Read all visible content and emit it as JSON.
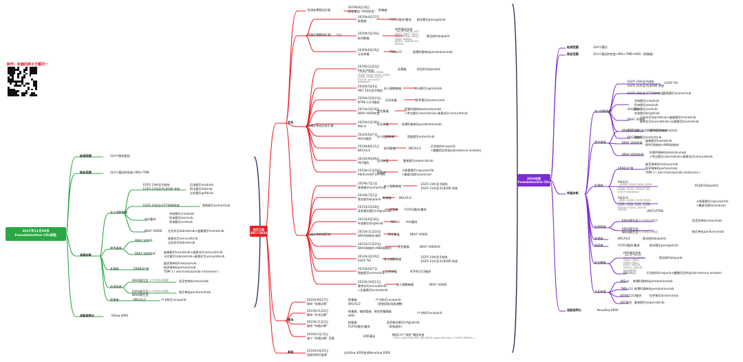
{
  "header": {
    "title": "制作：有趣的胖子方董同一"
  },
  "colors": {
    "green": "#2aa745",
    "red": "#e8202a",
    "purple": "#7d2ccf",
    "dark": "#333333"
  },
  "left": {
    "root": [
      "2017年11月30日",
      "FoundationOne CDx获批"
    ],
    "scope": "检测范围",
    "scope_val": "324个癌症基因",
    "report": "报告范围",
    "report_val": "324个基因的突变+MSI+TMB",
    "cdx": "伴随诊断",
    "nsclc": "非小细胞肺癌",
    "egfr1": "EGFR 19外显子缺失",
    "egfr2": "EGFR 21外显子L858R 突变",
    "egfr_drugs": [
      "厄洛替尼erlotinib",
      "阿法替尼afatinib",
      "吉非替尼gefitinib"
    ],
    "egfr3": "EGFR 20外显子T790M突变",
    "egfr3_drug": "奥希替尼osimertinib",
    "alk": "ALK重排",
    "alk_drugs": [
      "克唑替尼crizotinib",
      "阿来替尼alectinib",
      "色瑞替尼ceritinib"
    ],
    "braf": "BRAF V600E",
    "braf_drug": "达拉非尼dabrafenib+曲美替尼trametinib",
    "mel": "黑色素瘤",
    "mel1": "BRAF V600E",
    "mel1_drugs": [
      "维莫非尼vemurafenib",
      "达拉非尼dabrafenib"
    ],
    "mel2": "BRAF V600E/K",
    "mel2_drugs": [
      "曲美替尼trametinib+维莫非尼vemurafenib",
      "卡比替尼cobimetinib+维莫非尼vemurafenib"
    ],
    "breast": "乳腺癌",
    "erbb2": "ERBB2扩增",
    "erbb2_drugs": [
      "曲妥珠单抗trastuzumab",
      "帕妥珠单抗pertuzumab",
      "TDM-1 ( ado-trastuzumab emtansine )"
    ],
    "crc": "结直肠癌",
    "kras": "KRAS野生型",
    "kras_note": "（2,3,4外显子非突变）",
    "kras_drug": "西妥昔单抗cetuximab",
    "nras": "KRAS野生型、NRAS野生型",
    "nras_note": "（2,3,4外显子非突变）",
    "nras_drug": "帕尼单抗panitumumab",
    "ovary": "卵巢癌",
    "brca": "BRCA1/2",
    "brca_drug": "卢卡帕尼rucaparib",
    "platform": "适配测序仪",
    "platform_val": "HiSeq 4000"
  },
  "center": {
    "root": [
      "迭代之路",
      "2017-2024"
    ],
    "scope": "检测结果报告升级",
    "scope_date": "2019年4月10日",
    "scope_note": "报告增加 \"HRD状态\"",
    "scope_cancer": "卵巢癌",
    "expand": "伴随诊断靶向扩展",
    "expand_note": "（批注）",
    "e1_date": "2020年4月17日",
    "e1_cancer": "胆管癌",
    "e1_gene": "FGFR2融合/重排",
    "e1_drug": "佩米替尼pemigatinib",
    "e2_date": "2020年5月19日",
    "e2_cancer": "前列腺癌",
    "e2_gene": "HRR基因突变",
    "e2_note": "（BRCA1, BRCA2, ATM, BARD1, BRIP1, CDK12, CHEK1, CHEK2, FANCL, PALB2, RAD51B, RAD51C, RAD51D and RAD54L）",
    "e2_drug": "奥拉帕利olaparib",
    "e3_date": "2020年6月16日",
    "e3_cancer": "泛实体瘤",
    "e3_gene": "TMB≥10",
    "e3_drug": "帕博利珠单抗pembrolizumab",
    "add": "加法",
    "new_cdx": "伴随诊断适应症扩展",
    "n1_date": "2019年12月3日",
    "n1_gene": "PIK3CA突变",
    "n1_note": "（C420R, E542K, E545A, E545D, E545G, E545Q, E545K, Q546E, Q546R, H1047L, H1047R, and H1047Y alterations）",
    "n1_cancer": "乳腺癌",
    "n1_drug": "阿培利司alpelisib",
    "n2_date": "2020年5月6日",
    "n2_gene": "MET 14外显子跳跃",
    "n2_cancer": "非小细胞肺癌",
    "n2_drug": "卡马替尼capmatinib",
    "n3_date": "2020年10月23日",
    "n3_gene": "NTRK 1/2/3融合",
    "n3_cancer": "泛实体瘤",
    "n3_drug": "拉罗替尼larotrectinib",
    "n4_date": "2021年2月19日",
    "n4_gene": "BRAV V600突变",
    "n4_cancer": "黑色素瘤",
    "n4_drugs": [
      "阿替利珠单抗atezolizumab",
      "+考比替尼cobimetinib+维莫非尼vemurafenib"
    ],
    "n5_date": "2022年2月18日",
    "n5_gene": "MSI-H",
    "n5_cancer": "泛实体瘤",
    "n5_drug": "帕博利珠单抗pembrolizumab",
    "n6_date": "2022年6月7日",
    "n6_gene": "ROS1融合",
    "n6_cancer": "非小细胞肺癌",
    "n6_drug": "恩曲替尼entrectinib",
    "n7_date": "2023年8月11日",
    "n7_gene": "BRCA1/2",
    "n7_cancer": "前列腺癌",
    "n7_gene2": "BRCA1/2",
    "n7_drugs": [
      "尼拉帕利niraparib",
      "+醋酸阿比特龙(abiraterone acetate)"
    ],
    "n8_date": "2023年9月06日",
    "n8_gene": "RET融合",
    "n8_cancer": "泛实体瘤",
    "n8_drug": "塞普替尼selpercatinib",
    "n9_date": "2023年11月16日",
    "n9_gene": "PIK3CA/AKT1/PTEN",
    "n9_cancer": "乳腺癌",
    "n9_drugs": [
      "卡帕塞替尼capivasertib",
      "+氟维司群fulvestrant"
    ],
    "new_drug": "伴随诊断新增药物",
    "d1_date": "2019年7月1日",
    "d1_drug": "奥希替尼osimertinib",
    "d1_cancer": "非小细胞肺癌",
    "d1_genes": [
      "EGFR 19外显子缺失",
      "EGFR 21外显子L858R 突变"
    ],
    "d2_date": "2019年7月1日",
    "d2_drug": "奥拉帕利olaparib",
    "d2_cancer": "卵巢癌",
    "d2_gene": "BRCA1/2",
    "d3_date": "2021年5月28日",
    "d3_drug": "英菲格拉替尼infigratinib",
    "d3_cancer": "胆管癌",
    "d3_gene": "FGFR2融合/重排",
    "d4_date": "2021年6月30日",
    "d4_drug": "布加替尼brigatinib",
    "d4_cancer": "NSCLC",
    "d4_gene": "ALK重排",
    "d5_date": "2021年11月10日",
    "d5_drug": "BRAF抑制剂-单药",
    "d5_cancer": "黑色素瘤",
    "d5_gene": "BRAF V600E",
    "d6_date": "2021年11月10日",
    "d6_drug": "BRAF抑制剂+MEK抑制剂",
    "d6_cancer": "黑色素瘤",
    "d6_gene": "BRAF V600E/K",
    "d7_date": "2022年3月16日",
    "d7_drug": "EGFR TKI",
    "d7_cancer": "非小细胞肺癌",
    "d7_genes": [
      "EGFR 19外显子缺失",
      "EGFR 21外显子L858R 突变"
    ],
    "d8_date": "2022年6月7日",
    "d8_drug": "恩曲替尼entrectinib",
    "d8_cancer": "泛实体瘤",
    "d8_gene": "NTRK1/2/3融合",
    "d9_date": "2023年10月11日",
    "d9_drugs": [
      "康奈非尼encorafenib",
      "+比美替尼binimetinib"
    ],
    "d9_cancer": "非小细胞肺癌",
    "d9_gene": "BRAF V600E",
    "sub": "减法",
    "s1_date": "2022年9月27日",
    "s1_what": "移除 \"伴随诊断\"",
    "s1_cancer": "卵巢癌",
    "s1_gene": "BRCA1/2",
    "s1_drugs": [
      "卢卡帕尼rucaparib",
      "（药物获批用途调整）"
    ],
    "s2_date": "2023年11月2日",
    "s2_what": "移除 \"补充诊断\"",
    "s2_cancer": "卵巢癌、输卵管癌、原发性腹膜癌",
    "s2_gene": "HRD",
    "s2_drug": "卢卡帕尼rucaparib",
    "s3_date": "2023年11月2日",
    "s3_what": "移除 \"伴随诊断\"",
    "s3_cancer": "胆管癌",
    "s3_gene": "FGFR2融合/重排",
    "s3_drugs": [
      "英菲格拉替尼infigratinib",
      "（药物退市）"
    ],
    "s4_date": "2024年1月12日",
    "s4_what": "减少 \"伴随诊断\" 范围",
    "s4_gene": "HRR基因",
    "s4_drugs": [
      "移除13个\"效性\"基因突变",
      "（CDK12 (splice site SNV, del), BRCA1 (splice site Indel...), CHEK2, RAD51D...）"
    ],
    "other": "其他",
    "o1_date": "2024年4月25日",
    "o1_what": "适配测序仪变更",
    "o1_val": "从HiSeq 4000变成NovaSeq 6000"
  },
  "right": {
    "root": [
      "2024年版",
      "FoundationOne CDx"
    ],
    "scope": "检测范围",
    "scope_val": "324个基因",
    "report": "报告范围",
    "report_val": "324个基因的突变+MSI+TMB+HRD（卵巢癌）",
    "cdx": "伴随诊断",
    "nsclc": "非小细胞肺癌",
    "r1": [
      "EGFR 19外显子缺失",
      "EGFR 21外显子L858R 突变"
    ],
    "r1_drug": "EGFR TKI",
    "r2": "EGFR 20外显子T790M突变",
    "r2_drug": "奥希替尼osimertinib",
    "alk": "ALK重排",
    "alk_drugs": [
      "克唑替尼crizotinib",
      "阿来替尼alectinib",
      "色瑞替尼ceritinib",
      "布加替尼brigatinib"
    ],
    "braf": "BRAF V600E",
    "braf_drugs": [
      "达拉非尼dabrafenib+曲美替尼trametinib",
      "康奈非尼encorafenib+比美替尼binimetinib"
    ],
    "met": "MET 14外显子跳跃",
    "met_drug": "卡马替尼capmatinib",
    "ros": "ROS1融合",
    "ros_drug": "恩曲替尼entrectinib",
    "mel": "黑色素瘤",
    "m1": "BRAF V600E",
    "m1_drug": "BRAF抑制剂",
    "m2": "BRAF V600E/K",
    "m2_drugs": [
      "曲美替尼trametinib",
      "BRAF抑制剂+MEK抑制剂"
    ],
    "m3": "BRAV V600突变",
    "m3_drugs": [
      "阿替利珠单抗atezolizumab",
      "+考比替尼cobimetinib+维莫非尼vemurafenib"
    ],
    "breast": "乳腺癌",
    "b1": "ERBB2扩增",
    "b1_drugs": [
      "曲妥珠单抗trastuzumab",
      "帕妥珠单抗pertuzumab",
      "TDM-1 ( ado-trastuzumab emtansine )"
    ],
    "b2": "PIK3CA",
    "b2_note": "（C420R, E542K, E545A, E545D, E545G, E545Q, E545K, Q546E, Q546R, H1047L, H1047R, and H1047Y alterations）",
    "b2_drug": "阿培利司alpelisib",
    "b3": "PIK3CA",
    "b3_note": "（R88Q, N345K, C420R, E542K, E545A, E545D, E545G, E545K, Q546E, Q546K, Q546L, Q546R, M1043V, H1047L, H1047R, H1047Y）",
    "b3_tail": "/AKT1/PTEN",
    "b3_drugs": [
      "卡帕塞替尼capivasertib",
      "+氟维司群fulvestrant"
    ],
    "crc": "结直肠癌",
    "c1": "KRAS野生型",
    "c1_note": "（2,3,4外显子非突变）",
    "c1_drug": "西妥昔单抗cetuximab",
    "c2": "KRAS野生型、",
    "c2b": "NRAS野生型",
    "c2_note": "（2,3,4外显子非突变）",
    "c2_drug": "帕尼单抗panitumumab",
    "ovary": "卵巢癌",
    "o1": "BRCA1/2",
    "o1_drug": "奥拉帕利olaparib",
    "bile": "胆管癌",
    "bi1": "FGFR2融合/重排",
    "bi1_drug": "佩米替尼pemigatinib",
    "prostate": "前列腺癌",
    "p1": "HRR基因突变",
    "p1_note": "（BRCA1, BRCA2, ATM, BARD1, BRIP1, CDK12, CHEK1, CHEK2, FANCL, PALB2, RAD51B, RAD51C, RAD51D and RAD54L）",
    "p1_drug": "奥拉帕利olaparib",
    "p2": "BRCA1/2",
    "p2_drug": "尼拉帕利niraparib+醋酸阿比特龙(abiraterone acetate)",
    "solid": "泛实体瘤",
    "so1": "MSI-H",
    "so1_drug": "帕博利珠单抗pembrolizumab",
    "so2": "TMB≥10",
    "so2_drug": "帕博利珠单抗pembrolizumab",
    "so3": "NTRK1/2/3融合",
    "so3_drug": "拉罗替尼larotrectinib",
    "so4": "RET融合",
    "so4_drug": "塞普替尼selpercatinib",
    "platform": "适配测序仪",
    "platform_val": "NovaSeq 6000"
  }
}
